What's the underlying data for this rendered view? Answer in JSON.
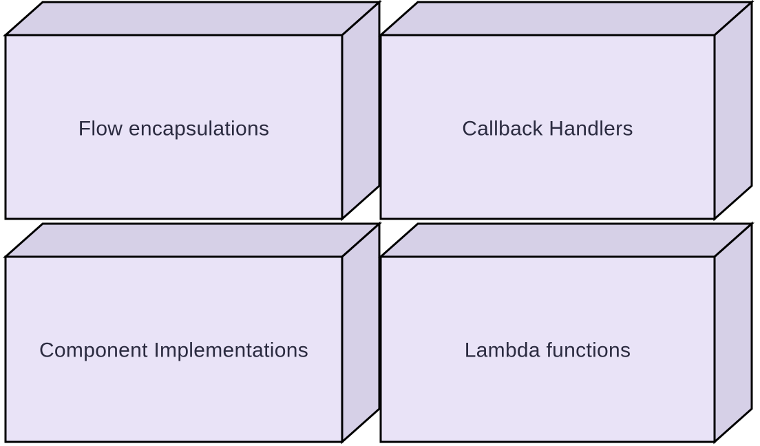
{
  "diagram": {
    "type": "3d-box-grid",
    "boxes": [
      {
        "label": "Flow encapsulations"
      },
      {
        "label": "Callback Handlers"
      },
      {
        "label": "Component Implementations"
      },
      {
        "label": "Lambda functions"
      }
    ],
    "colors": {
      "background": "#ffffff",
      "face_front": "#e9e3f7",
      "face_shaded": "#d6d0e7",
      "outline": "#000000",
      "label_text": "#2b2b40"
    }
  }
}
